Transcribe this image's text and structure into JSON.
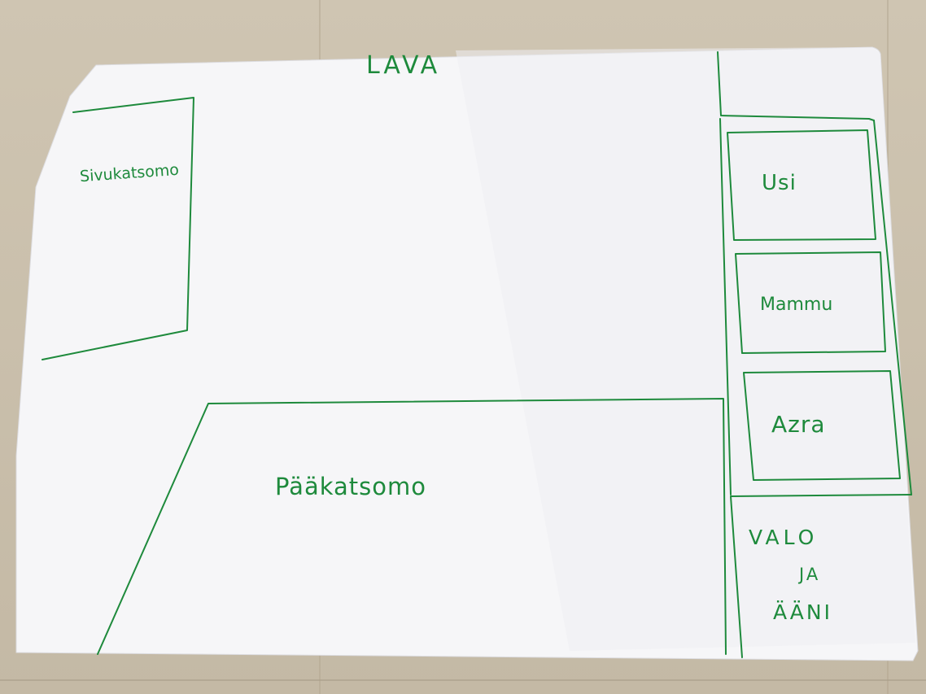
{
  "colors": {
    "ink": "#1e8a3c",
    "paper": "#f7f7f9",
    "floor": "#c9bfab"
  },
  "labels": {
    "stage": "LAVA",
    "side_seating": "Sivukatsomo",
    "main_seating": "Pääkatsomo",
    "room_1": "Usi",
    "room_2": "Mammu",
    "room_3": "Azra",
    "control_line_1": "VALO",
    "control_line_2": "JA",
    "control_line_3": "ÄÄNI"
  }
}
